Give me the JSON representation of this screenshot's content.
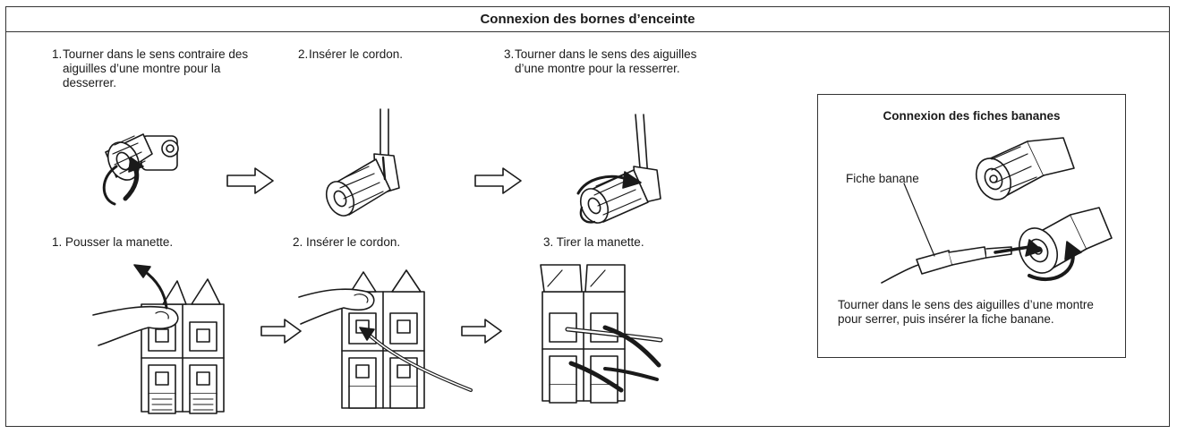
{
  "title": "Connexion des bornes d’enceinte",
  "screw_terminal_steps": [
    {
      "num": "1.",
      "text": "Tourner dans le sens contraire des aiguilles d’une montre pour la desserrer."
    },
    {
      "num": "2.",
      "text": "Insérer le cordon."
    },
    {
      "num": "3.",
      "text": "Tourner dans le sens des aiguilles d’une montre pour la resserrer."
    }
  ],
  "lever_terminal_steps": [
    {
      "num": "1.",
      "text": "Pousser la manette."
    },
    {
      "num": "2.",
      "text": "Insérer le cordon."
    },
    {
      "num": "3.",
      "text": "Tirer la manette."
    }
  ],
  "banana_plug": {
    "title": "Connexion des fiches bananes",
    "plug_label": "Fiche banane",
    "description": "Tourner dans le sens des aiguilles d’une montre pour serrer, puis insérer la fiche banane."
  },
  "icons": [
    "rotate-arrow-icon",
    "step-arrow-icon",
    "screw-terminal-icon",
    "lever-terminal-icon",
    "hand-icon",
    "banana-plug-icon"
  ],
  "colors": {
    "line": "#1a1a1a",
    "background": "#ffffff"
  }
}
